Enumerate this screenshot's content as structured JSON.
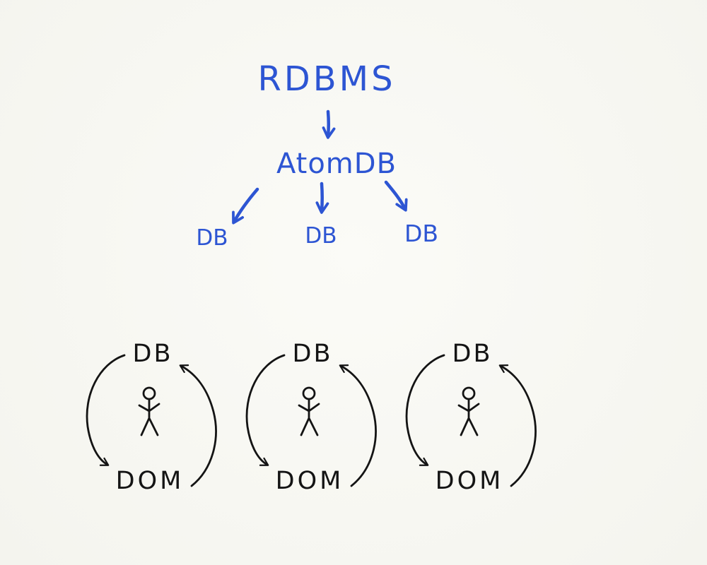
{
  "diagram": {
    "root": "RDBMS",
    "middle": "AtomDB",
    "children": [
      "DB",
      "DB",
      "DB"
    ],
    "clients": [
      {
        "top": "DB",
        "bottom": "DOM"
      },
      {
        "top": "DB",
        "bottom": "DOM"
      },
      {
        "top": "DB",
        "bottom": "DOM"
      }
    ]
  },
  "colors": {
    "blue_ink": "#2d55d3",
    "black_ink": "#141414",
    "paper": "#f7f7f2"
  },
  "icons": [
    "arrow-down-icon",
    "stick-figure-icon",
    "cycle-arrow-icon"
  ]
}
